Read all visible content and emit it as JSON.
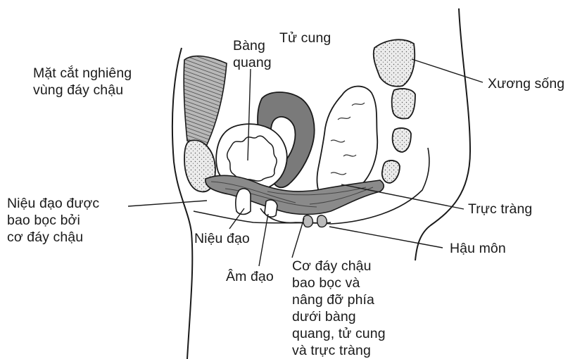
{
  "labels": {
    "section_title": "Mặt cắt nghiêng\nvùng đáy chậu",
    "bladder": "Bàng\nquang",
    "uterus": "Tử cung",
    "spine": "Xương sống",
    "urethra_supported": "Niệu đạo được\nbao bọc bởi\ncơ đáy chậu",
    "urethra": "Niệu đạo",
    "rectum": "Trực tràng",
    "anus": "Hậu môn",
    "vagina": "Âm đạo",
    "pelvic_floor": "Cơ đáy chậu\nbao bọc và\nnâng đỡ phía\ndưới bàng\nquang, tử cung\nvà trực tràng"
  },
  "colors": {
    "line": "#1a1a1a",
    "muscle": "#8a8a8a",
    "uterus": "#7a7a7a",
    "bone": "#e6e6e6",
    "background": "#ffffff"
  }
}
